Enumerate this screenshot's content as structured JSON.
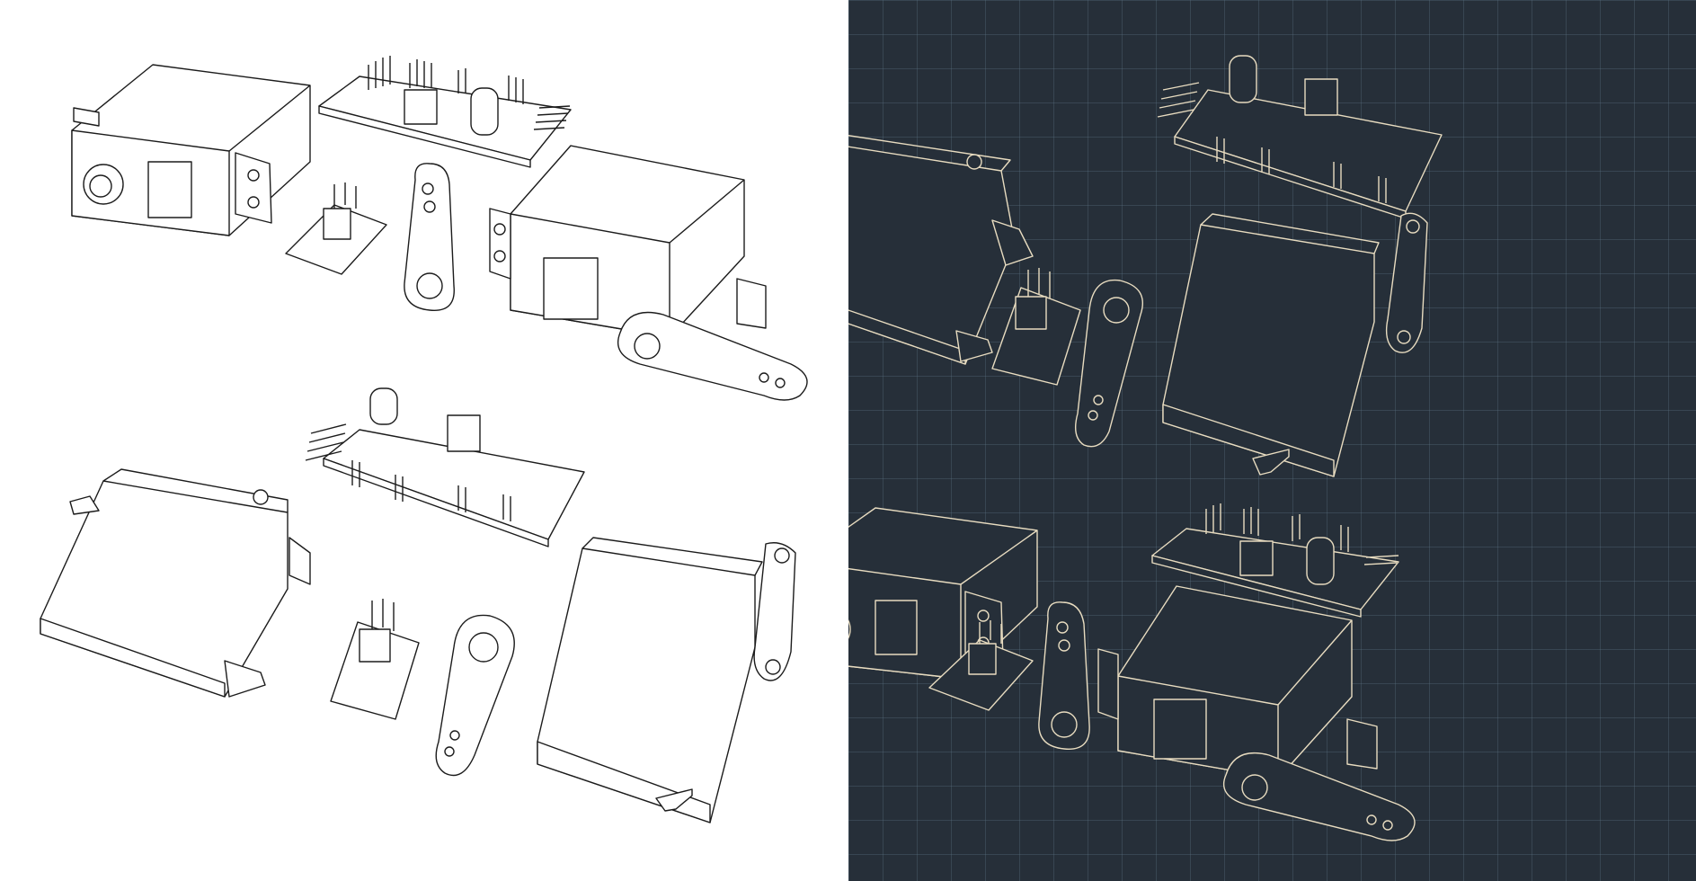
{
  "illustration": {
    "subject": "servo-motor-and-controller-drawings",
    "styles": [
      "line-art-light",
      "blueprint-dark"
    ],
    "colors": {
      "light_background": "#ffffff",
      "light_ink": "#1c1c1c",
      "blueprint_background": "#262f39",
      "blueprint_grid": "#5a6e82",
      "blueprint_ink": "#e8dcc0"
    }
  }
}
